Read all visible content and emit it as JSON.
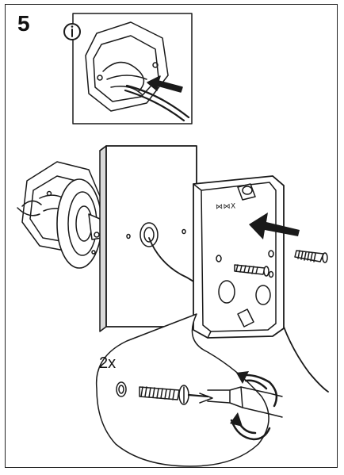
{
  "step": {
    "number": "5"
  },
  "screw": {
    "quantity_label": "2x"
  },
  "plate": {
    "brand_mark": "⋈⋈X"
  },
  "icons": {
    "info": "info-icon",
    "arrow": "arrow-left-icon",
    "rotate": "rotate-clockwise-icon"
  },
  "colors": {
    "line": "#1a1a1a",
    "fill": "#ffffff",
    "shade": "#d9d9d9"
  }
}
